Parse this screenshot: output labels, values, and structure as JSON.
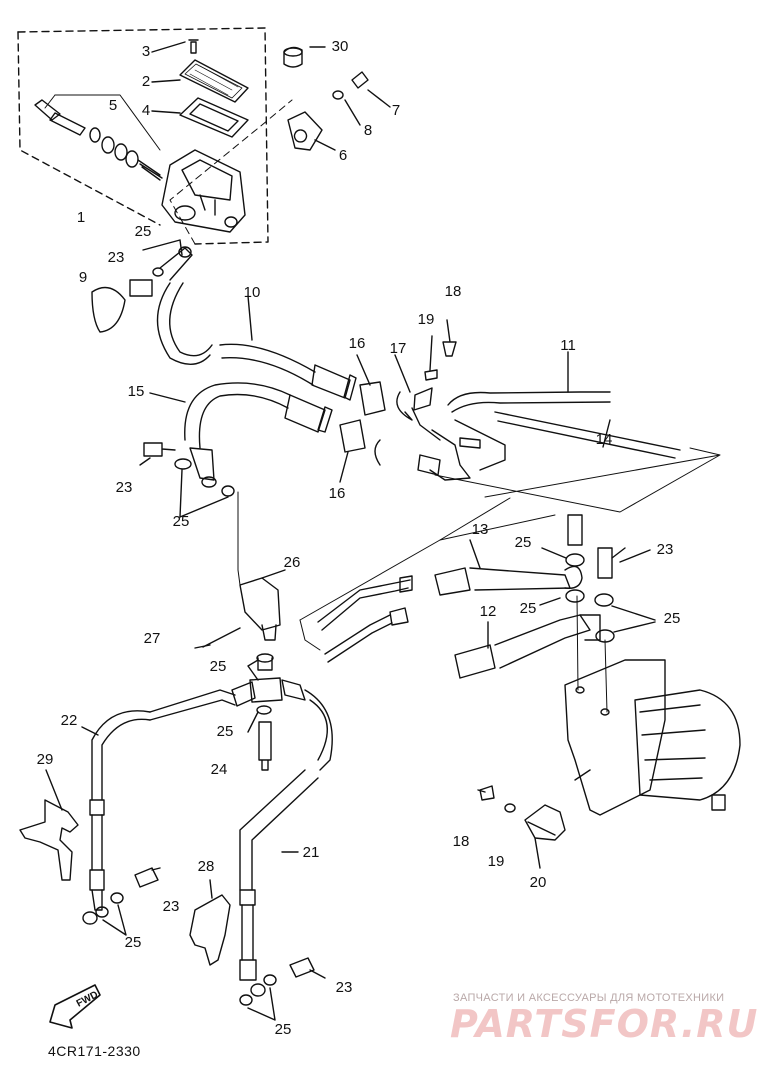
{
  "diagram": {
    "code": "4CR171-2330",
    "forward_marker": "FWD",
    "watermark_caption": "ЗАПЧАСТИ И АКСЕССУАРЫ ДЛЯ МОТОТЕХНИКИ",
    "watermark_logo": "PARTSFOR.RU",
    "callouts": {
      "c30": "30",
      "c3": "3",
      "c2": "2",
      "c4": "4",
      "c5": "5",
      "c1": "1",
      "c7": "7",
      "c8": "8",
      "c6": "6",
      "c25a": "25",
      "c23a": "23",
      "c9": "9",
      "c10": "10",
      "c18a": "18",
      "c19a": "19",
      "c11": "11",
      "c16a": "16",
      "c17": "17",
      "c15": "15",
      "c14": "14",
      "c23b": "23",
      "c16b": "16",
      "c25b": "25",
      "c13": "13",
      "c25c": "25",
      "c23c": "23",
      "c26": "26",
      "c25d": "25",
      "c12": "12",
      "c25e": "25",
      "c27": "27",
      "c25f": "25",
      "c22": "22",
      "c25g": "25",
      "c24": "24",
      "c29": "29",
      "c18b": "18",
      "c19b": "19",
      "c20": "20",
      "c21": "21",
      "c28": "28",
      "c23d": "23",
      "c25h": "25",
      "c23e": "23",
      "c25i": "25"
    }
  }
}
